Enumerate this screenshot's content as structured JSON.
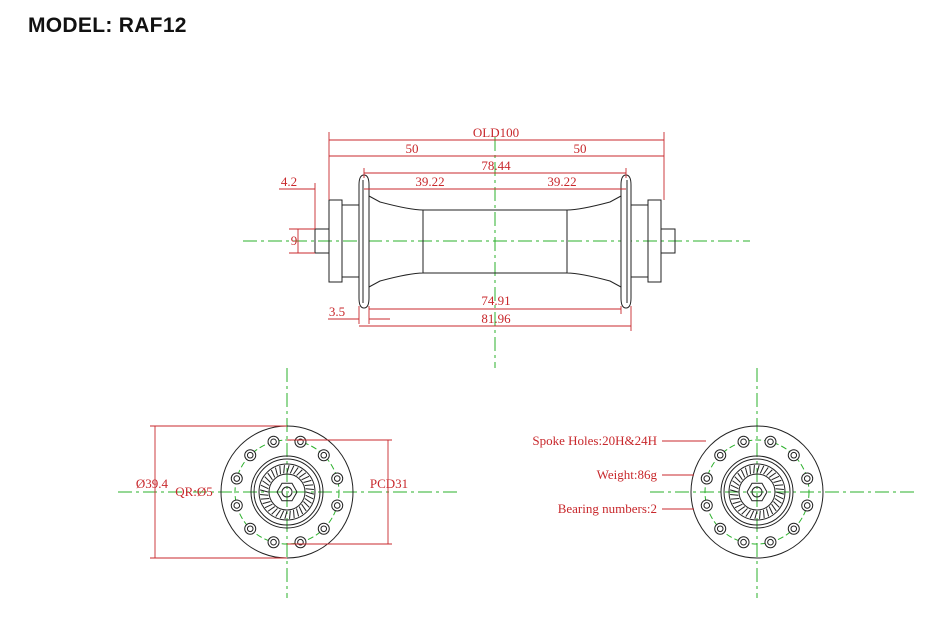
{
  "title": "MODEL:  RAF12",
  "colors": {
    "dimension": "#c8282c",
    "outline": "#222222",
    "centerline": "#2bb02b"
  },
  "side_view": {
    "old": "OLD100",
    "left_half": "50",
    "right_half": "50",
    "flange_center": "78.44",
    "left_flange_offset": "39.22",
    "right_flange_offset": "39.22",
    "end_cap": "4.2",
    "axle": "9",
    "flange_thickness": "3.5",
    "inner_flange": "74.91",
    "outer_flange": "81.96"
  },
  "front_view_left": {
    "diameter": "Ø39.4",
    "qr": "QR:Ø5",
    "pcd": "PCD31"
  },
  "front_view_right": {
    "spoke_holes": "Spoke Holes:20H&24H",
    "weight": "Weight:86g",
    "bearing": "Bearing numbers:2"
  }
}
